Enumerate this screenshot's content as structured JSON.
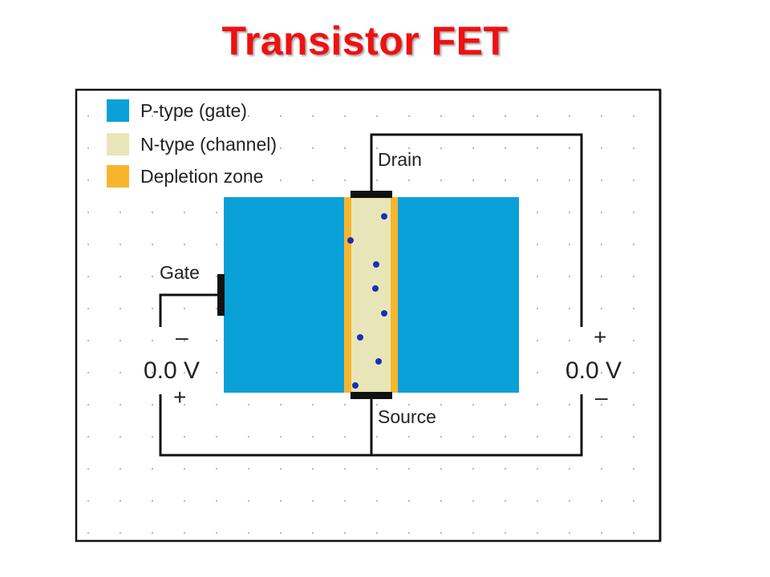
{
  "title": "Transistor FET",
  "legend": [
    {
      "label": "P-type (gate)",
      "color": "#0aa0d8"
    },
    {
      "label": "N-type (channel)",
      "color": "#e8e6b8"
    },
    {
      "label": "Depletion zone",
      "color": "#f7b52e"
    }
  ],
  "labels": {
    "drain": "Drain",
    "source": "Source",
    "gate": "Gate"
  },
  "left_supply": {
    "top_sign": "–",
    "voltage": "0.0 V",
    "bottom_sign": "+"
  },
  "right_supply": {
    "top_sign": "+",
    "voltage": "0.0 V",
    "bottom_sign": "–"
  },
  "colors": {
    "p_type": "#0aa0d8",
    "n_type": "#e8e6b8",
    "depletion": "#f7b52e",
    "electron": "#1a2fb8",
    "wire": "#111111",
    "grid_dot": "#e59a9a",
    "title": "#ee1111"
  }
}
